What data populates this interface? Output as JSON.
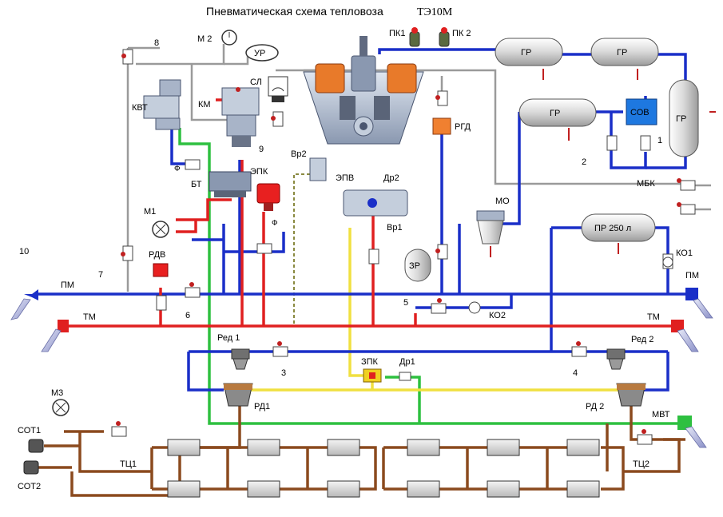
{
  "title": "Пневматическая схема тепловоза",
  "title_model": "ТЭ10М",
  "labels": {
    "m2": "М 2",
    "ur": "УР",
    "n8": "8",
    "kvt": "КВТ",
    "km": "КМ",
    "sl": "СЛ",
    "pk1": "ПК1",
    "pk2": "ПК 2",
    "rgd": "РГД",
    "gr1": "ГР",
    "gr2": "ГР",
    "gr3": "ГР",
    "gr4": "ГР",
    "sov": "СОВ",
    "n1": "1",
    "n2": "2",
    "mbk": "МБК",
    "mo": "МО",
    "n9": "9",
    "vr2": "Вр2",
    "epv": "ЭПВ",
    "dr2": "Др2",
    "vr1": "Вр1",
    "epk": "ЭПК",
    "bt": "БТ",
    "m1": "М1",
    "phi1": "Ф",
    "phi2": "Ф",
    "zr": "ЗР",
    "pr250": "ПР 250 л",
    "ko1": "КО1",
    "n10": "10",
    "n7": "7",
    "rdv": "РДВ",
    "pm_left": "ПМ",
    "pm_right": "ПМ",
    "n6": "6",
    "n5": "5",
    "ko2": "КО2",
    "tm_left": "ТМ",
    "tm_right": "ТМ",
    "red1": "Ред 1",
    "red2": "Ред 2",
    "n3": "3",
    "n4": "4",
    "zpk": "ЗПК",
    "dr1": "Др1",
    "rd1": "РД1",
    "rd2": "РД 2",
    "m3": "М3",
    "mvt": "МВТ",
    "sot1": "СОТ1",
    "sot2": "СОТ2",
    "tc1": "ТЦ1",
    "tc2": "ТЦ2"
  },
  "colors": {
    "main_line": "#1a2fc8",
    "brake_line": "#e02020",
    "feed_green": "#2ec040",
    "equalizing": "#f0e040",
    "cylinder_line": "#8b4a1e",
    "gray_line": "#9a9a9a",
    "reservoir": "#e8e8e8",
    "compressor": "#a8b4c8",
    "cooler_orange": "#e87a2a",
    "sov_blue": "#1e78e0",
    "rdv_red": "#e82020",
    "rgd_orange": "#f08030"
  }
}
